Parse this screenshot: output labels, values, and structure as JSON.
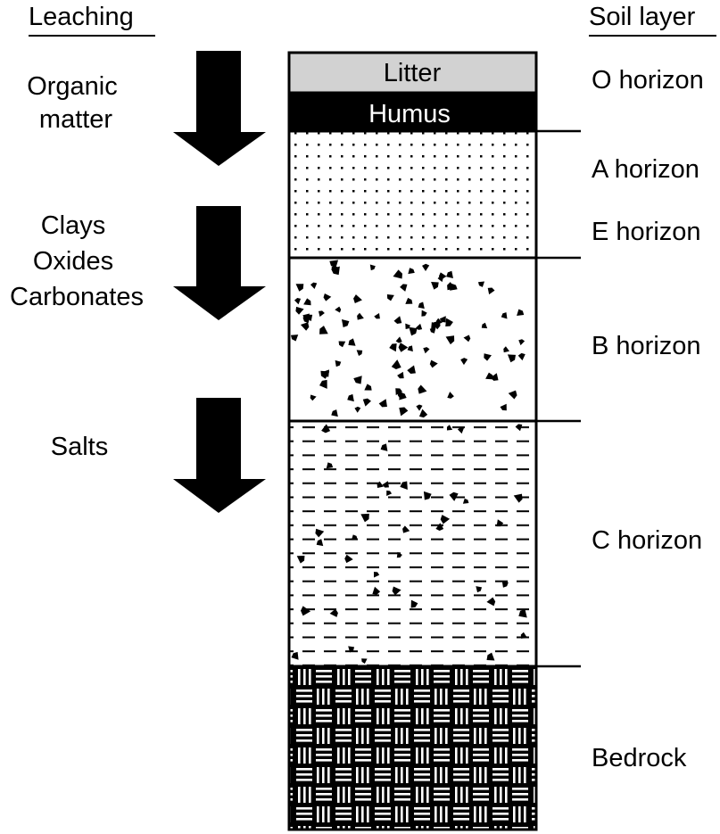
{
  "headers": {
    "leaching": "Leaching",
    "soil_layer": "Soil layer"
  },
  "leaching_labels": {
    "organic": [
      "Organic",
      "matter"
    ],
    "minerals": [
      "Clays",
      "Oxides",
      "Carbonates"
    ],
    "salts": [
      "Salts"
    ]
  },
  "column_labels": {
    "litter": "Litter",
    "humus": "Humus"
  },
  "horizons": {
    "o": "O horizon",
    "a": "A horizon",
    "e": "E horizon",
    "b": "B horizon",
    "c": "C horizon",
    "bedrock": "Bedrock"
  },
  "colors": {
    "litter_fill": "#d2d2d2",
    "humus_fill": "#000000",
    "ink": "#000000",
    "paper": "#ffffff"
  }
}
